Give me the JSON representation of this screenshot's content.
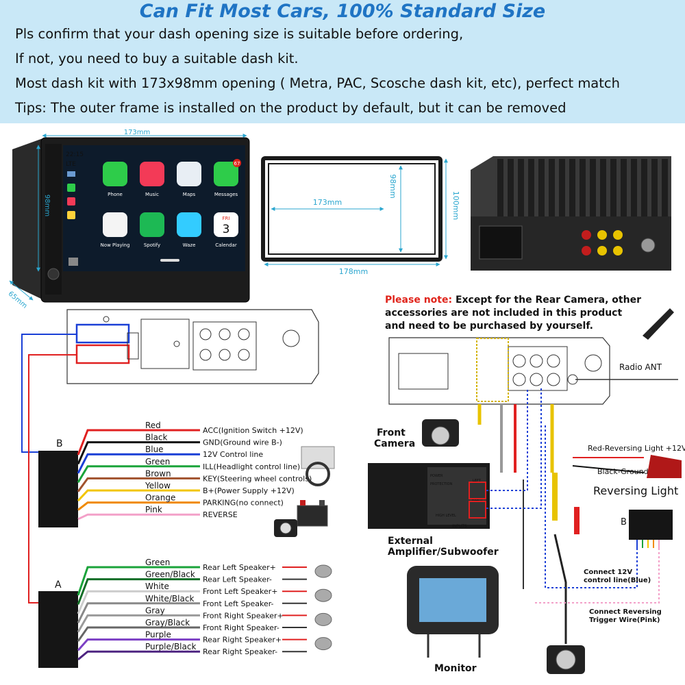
{
  "header": {
    "title": "Can Fit Most Cars, 100% Standard Size",
    "lines": [
      "Pls confirm that your dash opening size is suitable before ordering,",
      "If not, you need to buy a suitable dash kit.",
      "Most dash kit with 173x98mm opening ( Metra, PAC, Scosche dash kit, etc), perfect match",
      "Tips: The outer frame is installed on the product by default, but it can be removed"
    ]
  },
  "colors": {
    "banner": "#c9e8f7",
    "headline": "#1f74c4",
    "dimension": "#2aa6cf",
    "note": "#e0241b"
  },
  "stereo": {
    "dim_width": "173mm",
    "dim_height": "98mm",
    "dim_depth": "65mm",
    "status_time": "22:15",
    "status_network": "LTE",
    "apps": [
      {
        "label": "Phone",
        "icon": "phone-icon",
        "color": "#2ecc4a"
      },
      {
        "label": "Music",
        "icon": "music-icon",
        "color": "#f33a57"
      },
      {
        "label": "Maps",
        "icon": "maps-icon",
        "color": "#e8eef4"
      },
      {
        "label": "Messages",
        "icon": "messages-icon",
        "color": "#2ecc4a",
        "badge": "67"
      },
      {
        "label": "Now Playing",
        "icon": "now-playing-icon",
        "color": "#f4f4f4"
      },
      {
        "label": "Spotify",
        "icon": "spotify-icon",
        "color": "#1db954"
      },
      {
        "label": "Waze",
        "icon": "waze-icon",
        "color": "#33ccff"
      },
      {
        "label": "Calendar",
        "icon": "calendar-icon",
        "color": "#ffffff",
        "day": "FRI",
        "date": "3"
      }
    ]
  },
  "frame": {
    "inner_width": "173mm",
    "inner_height": "98mm",
    "outer_width": "178mm",
    "outer_height": "100mm"
  },
  "note": {
    "prefix": "Please note:",
    "line1": " Except for the Rear Camera, other",
    "line2": "accessories are not included in this product",
    "line3": "and need to be purchased by yourself."
  },
  "harness_b": {
    "label": "B",
    "wires": [
      {
        "color_name": "Red",
        "function": "ACC(Ignition Switch +12V)",
        "hex": "#e02020"
      },
      {
        "color_name": "Black",
        "function": "GND(Ground wire B-)",
        "hex": "#111111"
      },
      {
        "color_name": "Blue",
        "function": "12V Control line",
        "hex": "#1a3fd6"
      },
      {
        "color_name": "Green",
        "function": "ILL(Headlight control line)",
        "hex": "#1aa33a"
      },
      {
        "color_name": "Brown",
        "function": "KEY(Steering wheel controls)",
        "hex": "#a0522d"
      },
      {
        "color_name": "Yellow",
        "function": "B+(Power Supply +12V)",
        "hex": "#f2c500"
      },
      {
        "color_name": "Orange",
        "function": "PARKING(no connect)",
        "hex": "#f08a00"
      },
      {
        "color_name": "Pink",
        "function": "REVERSE",
        "hex": "#f3a0c8"
      }
    ]
  },
  "harness_a": {
    "label": "A",
    "wires": [
      {
        "color_name": "Green",
        "function": "Rear Left Speaker+",
        "hex": "#1aa33a"
      },
      {
        "color_name": "Green/Black",
        "function": "Rear Left Speaker-",
        "hex": "#136e27"
      },
      {
        "color_name": "White",
        "function": "Front Left Speaker+",
        "hex": "#cccccc"
      },
      {
        "color_name": "White/Black",
        "function": "Front Left Speaker-",
        "hex": "#888888"
      },
      {
        "color_name": "Gray",
        "function": "Front Right Speaker+",
        "hex": "#9a9a9a"
      },
      {
        "color_name": "Gray/Black",
        "function": "Front Right Speaker-",
        "hex": "#666666"
      },
      {
        "color_name": "Purple",
        "function": "Rear Right Speaker+",
        "hex": "#7b3fc4"
      },
      {
        "color_name": "Purple/Black",
        "function": "Rear Right Speaker-",
        "hex": "#4d2380"
      }
    ]
  },
  "rear_panel": {
    "radio_ant": "Radio ANT",
    "front_camera": "Front Camera",
    "amplifier_line1": "External",
    "amplifier_line2": "Amplifier/Subwoofer",
    "monitor": "Monitor",
    "amp_texts": {
      "power": "POWER",
      "protection": "PROTECTION",
      "high_level": "HIGH LEVEL",
      "inputs": "INPUTS",
      "left": "LEFT",
      "right": "RIGHT"
    },
    "red_reversing": "Red-Reversing Light +12V",
    "black_ground": "Black-Ground-",
    "reversing_light": "Reversing Light",
    "b_label": "B",
    "connect_12v_line1": "Connect 12V",
    "connect_12v_line2": "control line(Blue)",
    "connect_rev_line1": "Connect Reversing",
    "connect_rev_line2": "Trigger Wire(Pink)"
  }
}
